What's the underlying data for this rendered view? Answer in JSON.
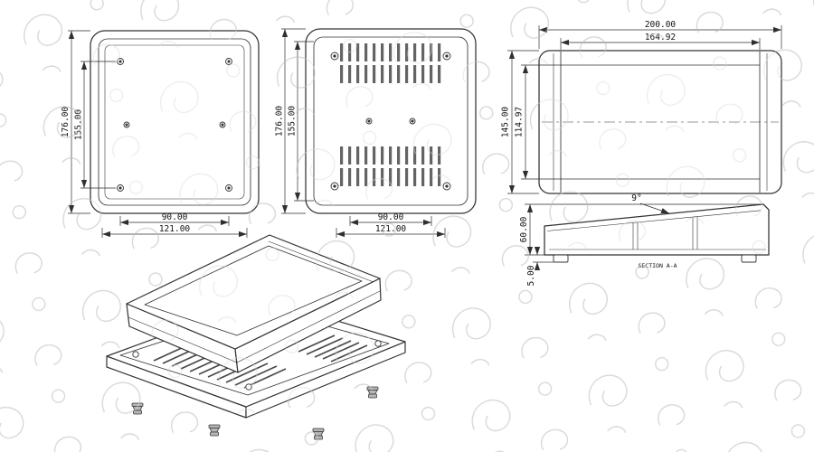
{
  "drawing": {
    "colors": {
      "line": "#333333",
      "vent": "#646464",
      "watermark": "#d6dadd",
      "background": "#ffffff"
    },
    "views": {
      "lid_top": {
        "dim_height_outer": "176.00",
        "dim_height_inner": "155.00",
        "dim_width_inner": "90.00",
        "dim_width_outer": "121.00"
      },
      "base_bottom": {
        "dim_height_outer": "176.00",
        "dim_height_inner": "155.00",
        "dim_width_inner": "90.00",
        "dim_width_outer": "121.00"
      },
      "assembly_top": {
        "dim_width_outer": "200.00",
        "dim_width_inner": "164.92",
        "dim_height_outer": "145.00",
        "dim_height_inner": "114.97"
      },
      "section": {
        "dim_angle": "9°",
        "dim_height": "60.00",
        "dim_foot_height": "5.00",
        "label": "SECTION A-A"
      }
    }
  }
}
